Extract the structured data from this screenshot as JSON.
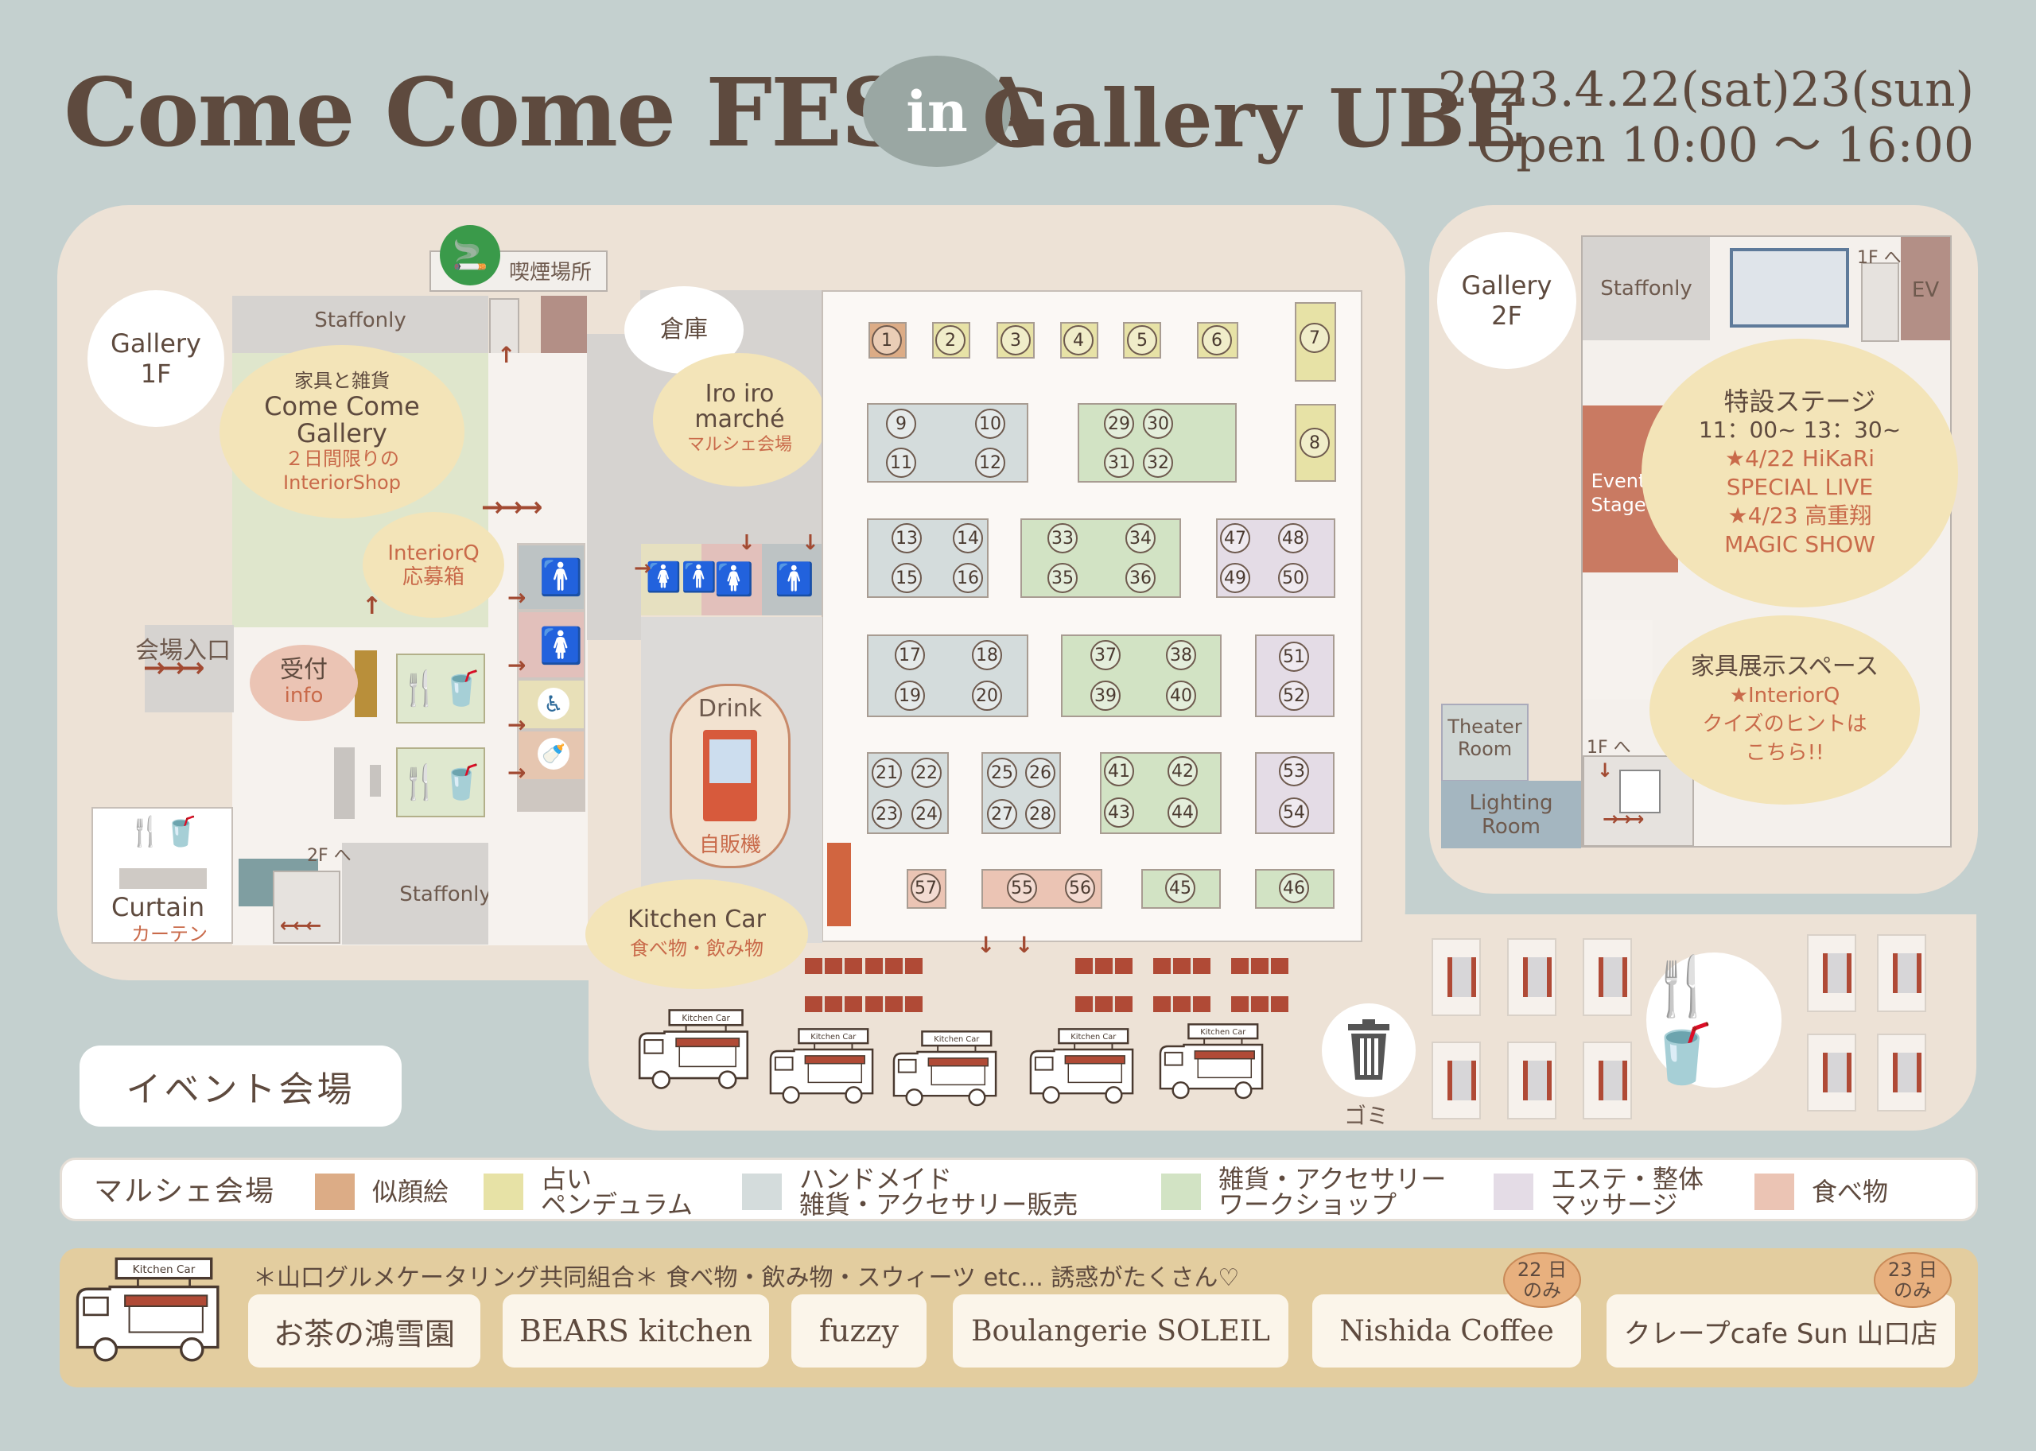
{
  "header": {
    "title": "Come Come FESTA",
    "in_badge": "in",
    "subtitle": "Gallery UBE",
    "date_line1": "2023.4.22(sat)23(sun)",
    "date_line2": "Open 10:00 ～ 16:00"
  },
  "gallery1f": {
    "label_line1": "Gallery",
    "label_line2": "1F",
    "smoking": "喫煙場所",
    "staffonly_top": "Staffonly",
    "staffonly_bottom": "Staffonly",
    "entrance": "会場入口",
    "reception": "受付",
    "reception_en": "info",
    "curtain": "Curtain",
    "curtain_jp": "カーテン",
    "to_2f": "2F へ",
    "warehouse": "倉庫",
    "comecome": {
      "line1": "家具と雑貨",
      "line2": "Come Come",
      "line3": "Gallery",
      "line4": "２日間限りの",
      "line5": "InteriorShop"
    },
    "interiorq": {
      "line1": "InteriorQ",
      "line2": "応募箱"
    },
    "iroiro": {
      "line1": "Iro iro",
      "line2": "marché",
      "line3": "マルシェ会場"
    },
    "drink": {
      "title": "Drink",
      "label": "自販機"
    },
    "kitchencar": {
      "line1": "Kitchen Car",
      "line2": "食べ物・飲み物"
    },
    "trash": "ゴミ",
    "event_venue": "イベント会場",
    "car_sign": "Kitchen Car"
  },
  "gallery2f": {
    "label_line1": "Gallery",
    "label_line2": "2F",
    "staffonly": "Staffonly",
    "ev": "EV",
    "to_1f_top": "1F へ",
    "to_1f_mid": "1F へ",
    "event_stage": "Event Stage",
    "theater": "Theater Room",
    "lighting": "Lighting Room",
    "stage_cloud": {
      "title": "特設ステージ",
      "time": "11：00~ 13：30~",
      "line1": "★4/22 HiKaRi",
      "line2": "SPECIAL LIVE",
      "line3": "★4/23 高重翔",
      "line4": "MAGIC SHOW"
    },
    "furniture_cloud": {
      "title": "家具展示スペース",
      "line1": "★InteriorQ",
      "line2": "クイズのヒントは",
      "line3": "こちら!!"
    }
  },
  "booths": [
    {
      "n": "1",
      "cat": "portrait"
    },
    {
      "n": "2",
      "cat": "fortune"
    },
    {
      "n": "3",
      "cat": "fortune"
    },
    {
      "n": "4",
      "cat": "fortune"
    },
    {
      "n": "5",
      "cat": "fortune"
    },
    {
      "n": "6",
      "cat": "fortune"
    },
    {
      "n": "7",
      "cat": "fortune"
    },
    {
      "n": "8",
      "cat": "fortune"
    },
    {
      "n": "9",
      "cat": "handmade"
    },
    {
      "n": "10",
      "cat": "handmade"
    },
    {
      "n": "11",
      "cat": "handmade"
    },
    {
      "n": "12",
      "cat": "handmade"
    },
    {
      "n": "13",
      "cat": "handmade"
    },
    {
      "n": "14",
      "cat": "handmade"
    },
    {
      "n": "15",
      "cat": "handmade"
    },
    {
      "n": "16",
      "cat": "handmade"
    },
    {
      "n": "17",
      "cat": "handmade"
    },
    {
      "n": "18",
      "cat": "handmade"
    },
    {
      "n": "19",
      "cat": "handmade"
    },
    {
      "n": "20",
      "cat": "handmade"
    },
    {
      "n": "21",
      "cat": "handmade"
    },
    {
      "n": "22",
      "cat": "handmade"
    },
    {
      "n": "23",
      "cat": "handmade"
    },
    {
      "n": "24",
      "cat": "handmade"
    },
    {
      "n": "25",
      "cat": "handmade"
    },
    {
      "n": "26",
      "cat": "handmade"
    },
    {
      "n": "27",
      "cat": "handmade"
    },
    {
      "n": "28",
      "cat": "handmade"
    },
    {
      "n": "29",
      "cat": "goods"
    },
    {
      "n": "30",
      "cat": "goods"
    },
    {
      "n": "31",
      "cat": "goods"
    },
    {
      "n": "32",
      "cat": "goods"
    },
    {
      "n": "33",
      "cat": "goods"
    },
    {
      "n": "34",
      "cat": "goods"
    },
    {
      "n": "35",
      "cat": "goods"
    },
    {
      "n": "36",
      "cat": "goods"
    },
    {
      "n": "37",
      "cat": "goods"
    },
    {
      "n": "38",
      "cat": "goods"
    },
    {
      "n": "39",
      "cat": "goods"
    },
    {
      "n": "40",
      "cat": "goods"
    },
    {
      "n": "41",
      "cat": "goods"
    },
    {
      "n": "42",
      "cat": "goods"
    },
    {
      "n": "43",
      "cat": "goods"
    },
    {
      "n": "44",
      "cat": "goods"
    },
    {
      "n": "45",
      "cat": "goods"
    },
    {
      "n": "46",
      "cat": "goods"
    },
    {
      "n": "47",
      "cat": "esthe"
    },
    {
      "n": "48",
      "cat": "esthe"
    },
    {
      "n": "49",
      "cat": "esthe"
    },
    {
      "n": "50",
      "cat": "esthe"
    },
    {
      "n": "51",
      "cat": "esthe"
    },
    {
      "n": "52",
      "cat": "esthe"
    },
    {
      "n": "53",
      "cat": "esthe"
    },
    {
      "n": "54",
      "cat": "esthe"
    },
    {
      "n": "55",
      "cat": "food"
    },
    {
      "n": "56",
      "cat": "food"
    },
    {
      "n": "57",
      "cat": "food"
    }
  ],
  "legend": {
    "title": "マルシェ会場",
    "items": [
      {
        "line1": "似顔絵",
        "line2": "",
        "color": "#dcac86"
      },
      {
        "line1": "占い",
        "line2": "ペンデュラム",
        "color": "#e7e2a6"
      },
      {
        "line1": "ハンドメイド",
        "line2": "雑貨・アクセサリー販売",
        "color": "#d4dcdc"
      },
      {
        "line1": "雑貨・アクセサリー",
        "line2": "ワークショップ",
        "color": "#d2e3c4"
      },
      {
        "line1": "エステ・整体",
        "line2": "マッサージ",
        "color": "#e4dce6"
      },
      {
        "line1": "食べ物",
        "line2": "",
        "color": "#ebc4b4"
      }
    ]
  },
  "kitchen_bar": {
    "car_sign": "Kitchen Car",
    "heading": "＊山口グルメケータリング共同組合＊ 食べ物・飲み物・スウィーツ etc... 誘惑がたくさん♡",
    "vendors": [
      "お茶の鴻雪園",
      "BEARS kitchen",
      "fuzzy",
      "Boulangerie SOLEIL",
      "Nishida Coffee",
      "クレープcafe Sun 山口店"
    ],
    "badge1": {
      "line1": "22 日",
      "line2": "のみ"
    },
    "badge2": {
      "line1": "23 日",
      "line2": "のみ"
    }
  },
  "colors": {
    "background": "#c4d0cf",
    "floor": "#ede2d6",
    "text": "#5e4a3e",
    "accent": "#c96a4a",
    "cloud": "#f3e4b8"
  }
}
